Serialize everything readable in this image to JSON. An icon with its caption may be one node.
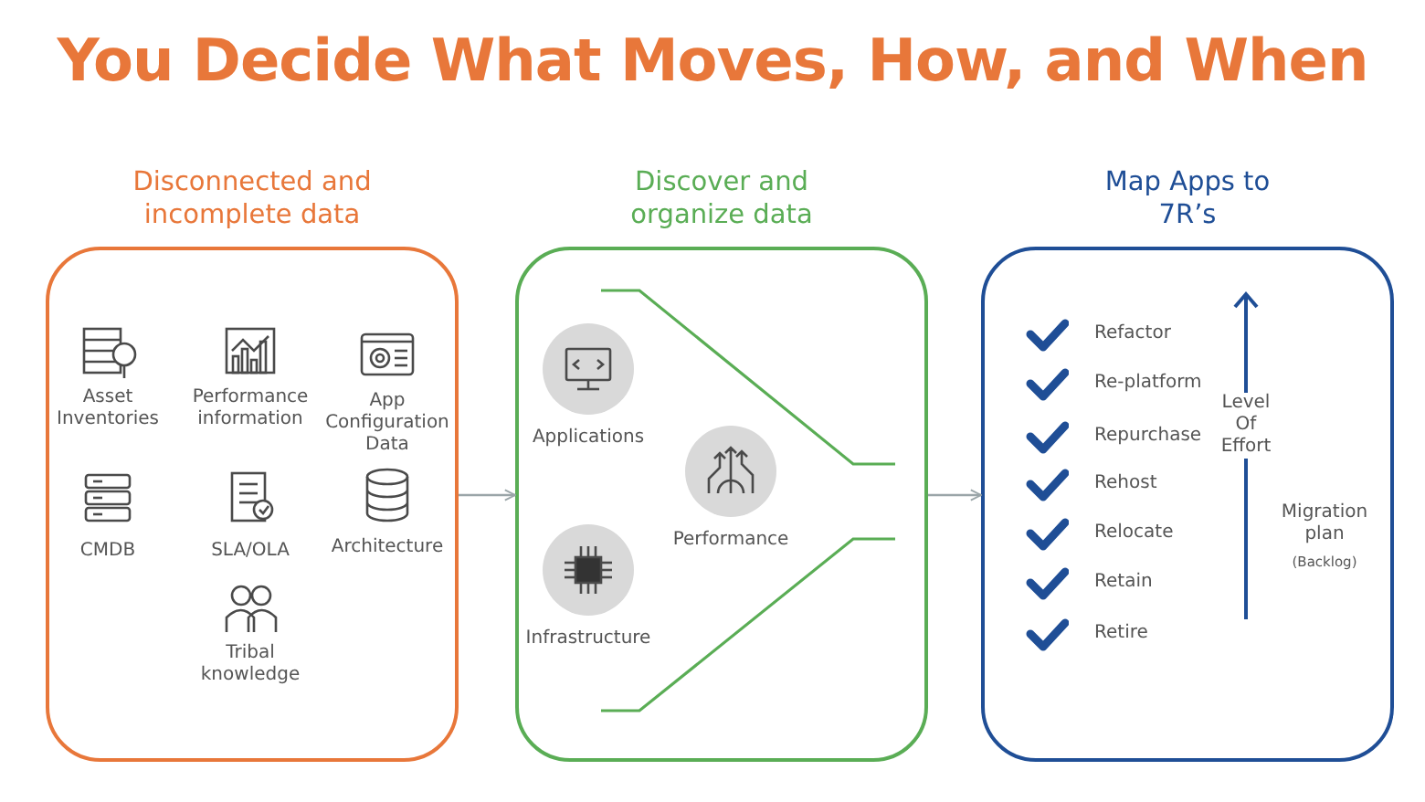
{
  "diagram": {
    "title": "You Decide What Moves, How, and When",
    "nodes": [
      {
        "text": [
          "Disconnected and incomplete data"
        ]
      },
      {
        "text": [
          "Asset Inventories"
        ],
        "in": 0
      },
      {
        "text": [
          "Performance information"
        ],
        "in": 0
      },
      {
        "text": [
          "App Configuration Data"
        ],
        "in": 0
      },
      {
        "text": [
          "CMDB"
        ],
        "in": 0
      },
      {
        "text": [
          "SLA/OLA"
        ],
        "in": 0
      },
      {
        "text": [
          "Architecture"
        ],
        "in": 0
      },
      {
        "text": [
          "Tribal knowledge"
        ],
        "in": 0
      },
      {
        "text": [
          "Discover and organize data"
        ]
      },
      {
        "text": [
          "Applications"
        ],
        "in": 8
      },
      {
        "text": [
          "Performance"
        ],
        "in": 8
      },
      {
        "text": [
          "Infrastructure"
        ],
        "in": 8
      },
      {
        "text": [
          "Map Apps to 7R’s"
        ]
      },
      {
        "text": [
          "Refactor"
        ],
        "in": 12
      },
      {
        "text": [
          "Re-platform"
        ],
        "in": 12
      },
      {
        "text": [
          "Repurchase"
        ],
        "in": 12
      },
      {
        "text": [
          "Rehost"
        ],
        "in": 12
      },
      {
        "text": [
          "Relocate"
        ],
        "in": 12
      },
      {
        "text": [
          "Retain"
        ],
        "in": 12
      },
      {
        "text": [
          "Retire"
        ],
        "in": 12
      }
    ],
    "edges": [
      {
        "from": 0,
        "to": 8,
        "arrow": "to"
      },
      {
        "from": 8,
        "to": 12,
        "arrow": "to"
      }
    ],
    "labels": [
      "Level Of Effort",
      "Migration plan",
      "(Backlog)"
    ]
  }
}
